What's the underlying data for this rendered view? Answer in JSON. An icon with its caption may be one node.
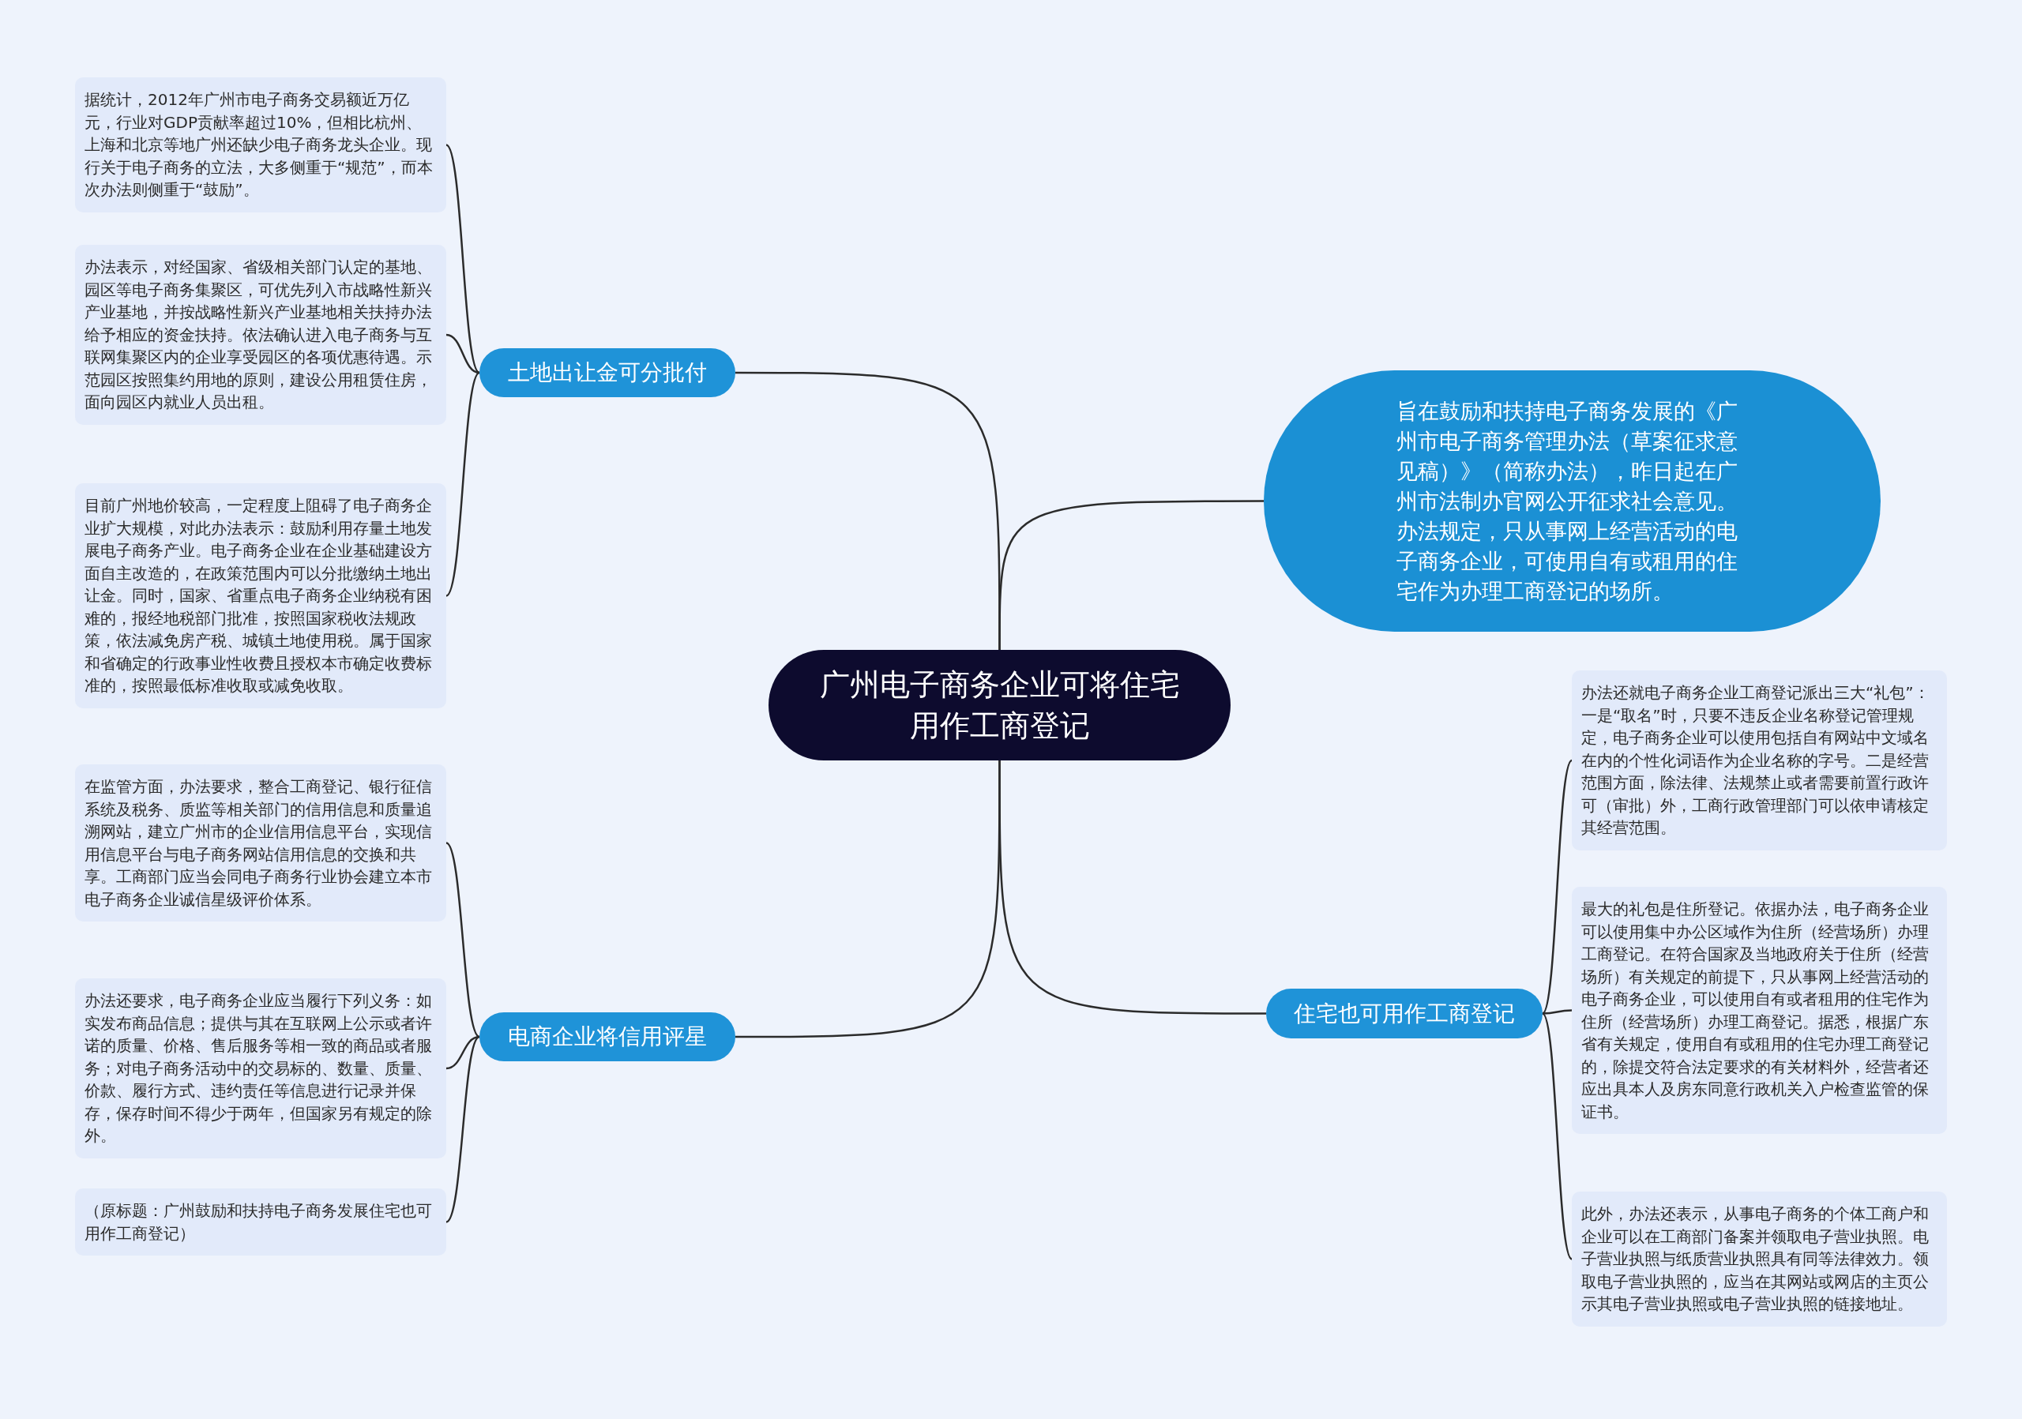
{
  "diagram": {
    "nodes": [
      {
        "text": [
          "广州电子商务企业可将住宅用作工商登记"
        ]
      },
      {
        "text": [
          "土地出让金可分批付"
        ]
      },
      {
        "text": [
          "电商企业将信用评星"
        ]
      },
      {
        "text": [
          "旨在鼓励和扶持电子商务发展的《广州市电子商务管理办法（草案征求意见稿）》（简称办法），昨日起在广州市法制办官网公开征求社会意见。办法规定，只从事网上经营活动的电子商务企业，可使用自有或租用的住宅作为办理工商登记的场所。"
        ]
      },
      {
        "text": [
          "住宅也可用作工商登记"
        ]
      },
      {
        "text": [
          "据统计，2012年广州市电子商务交易额近万亿元，行业对GDP贡献率超过10%，但相比杭州、上海和北京等地广州还缺少电子商务龙头企业。现行关于电子商务的立法，大多侧重于“规范”，而本次办法则侧重于“鼓励”。"
        ]
      },
      {
        "text": [
          "办法表示，对经国家、省级相关部门认定的基地、园区等电子商务集聚区，可优先列入市战略性新兴产业基地，并按战略性新兴产业基地相关扶持办法给予相应的资金扶持。依法确认进入电子商务与互联网集聚区内的企业享受园区的各项优惠待遇。示范园区按照集约用地的原则，建设公用租赁住房，面向园区内就业人员出租。"
        ]
      },
      {
        "text": [
          "目前广州地价较高，一定程度上阻碍了电子商务企业扩大规模，对此办法表示：鼓励利用存量土地发展电子商务产业。电子商务企业在企业基础建设方面自主改造的，在政策范围内可以分批缴纳土地出让金。同时，国家、省重点电子商务企业纳税有困难的，报经地税部门批准，按照国家税收法规政策，依法减免房产税、城镇土地使用税。属于国家和省确定的行政事业性收费且授权本市确定收费标准的，按照最低标准收取或减免收取。"
        ]
      },
      {
        "text": [
          "在监管方面，办法要求，整合工商登记、银行征信系统及税务、质监等相关部门的信用信息和质量追溯网站，建立广州市的企业信用信息平台，实现信用信息平台与电子商务网站信用信息的交换和共享。工商部门应当会同电子商务行业协会建立本市电子商务企业诚信星级评价体系。"
        ]
      },
      {
        "text": [
          "办法还要求，电子商务企业应当履行下列义务：如实发布商品信息；提供与其在互联网上公示或者许诺的质量、价格、售后服务等相一致的商品或者服务；对电子商务活动中的交易标的、数量、质量、价款、履行方式、违约责任等信息进行记录并保存，保存时间不得少于两年，但国家另有规定的除外。"
        ]
      },
      {
        "text": [
          "（原标题：广州鼓励和扶持电子商务发展住宅也可用作工商登记）"
        ]
      },
      {
        "text": [
          "办法还就电子商务企业工商登记派出三大“礼包”：一是“取名”时，只要不违反企业名称登记管理规定，电子商务企业可以使用包括自有网站中文域名在内的个性化词语作为企业名称的字号。二是经营范围方面，除法律、法规禁止或者需要前置行政许可（审批）外，工商行政管理部门可以依申请核定其经营范围。"
        ]
      },
      {
        "text": [
          "最大的礼包是住所登记。依据办法，电子商务企业可以使用集中办公区域作为住所（经营场所）办理工商登记。在符合国家及当地政府关于住所（经营场所）有关规定的前提下，只从事网上经营活动的电子商务企业，可以使用自有或者租用的住宅作为住所（经营场所）办理工商登记。据悉，根据广东省有关规定，使用自有或租用的住宅办理工商登记的，除提交符合法定要求的有关材料外，经营者还应出具本人及房东同意行政机关入户检查监管的保证书。"
        ]
      },
      {
        "text": [
          "此外，办法还表示，从事电子商务的个体工商户和企业可以在工商部门备案并领取电子营业执照。电子营业执照与纸质营业执照具有同等法律效力。领取电子营业执照的，应当在其网站或网店的主页公示其电子营业执照或电子营业执照的链接地址。"
        ]
      }
    ],
    "edges": [
      {
        "from": 0,
        "to": 1,
        "arrow": "none"
      },
      {
        "from": 0,
        "to": 2,
        "arrow": "none"
      },
      {
        "from": 0,
        "to": 3,
        "arrow": "none"
      },
      {
        "from": 0,
        "to": 4,
        "arrow": "none"
      },
      {
        "from": 1,
        "to": 5,
        "arrow": "none"
      },
      {
        "from": 1,
        "to": 6,
        "arrow": "none"
      },
      {
        "from": 1,
        "to": 7,
        "arrow": "none"
      },
      {
        "from": 2,
        "to": 8,
        "arrow": "none"
      },
      {
        "from": 2,
        "to": 9,
        "arrow": "none"
      },
      {
        "from": 2,
        "to": 10,
        "arrow": "none"
      },
      {
        "from": 4,
        "to": 11,
        "arrow": "none"
      },
      {
        "from": 4,
        "to": 12,
        "arrow": "none"
      },
      {
        "from": 4,
        "to": 13,
        "arrow": "none"
      }
    ]
  }
}
